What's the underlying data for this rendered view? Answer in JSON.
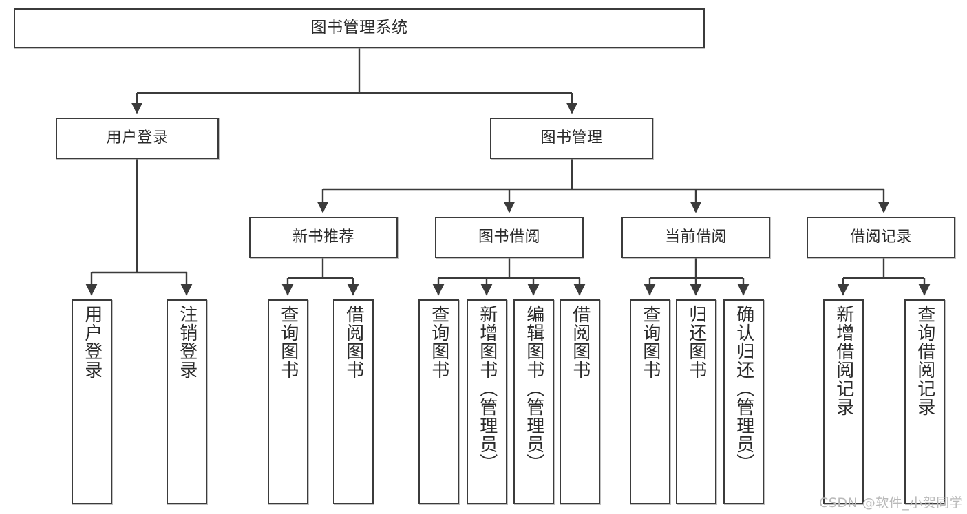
{
  "diagram": {
    "title": "图书管理系统",
    "type": "tree-hierarchy-diagram",
    "watermark": "CSDN @软件_小贺同学",
    "colors": {
      "box_border": "#3b3b3b",
      "box_fill": "#ffffff",
      "text": "#2a2a2a",
      "edge": "#3b3b3b",
      "watermark": "#b9b9b9"
    },
    "root": {
      "id": "root",
      "label": "图书管理系统"
    },
    "level2": [
      {
        "id": "user-login",
        "label": "用户登录"
      },
      {
        "id": "book-manage",
        "label": "图书管理"
      }
    ],
    "level3": [
      {
        "id": "new-book-rec",
        "label": "新书推荐",
        "parent": "book-manage"
      },
      {
        "id": "book-borrow",
        "label": "图书借阅",
        "parent": "book-manage"
      },
      {
        "id": "current-borrow",
        "label": "当前借阅",
        "parent": "book-manage"
      },
      {
        "id": "borrow-record",
        "label": "借阅记录",
        "parent": "book-manage"
      }
    ],
    "leaves": [
      {
        "id": "leaf-user-login",
        "label": "用户登录",
        "parent": "user-login"
      },
      {
        "id": "leaf-logout-login",
        "label": "注销登录",
        "parent": "user-login"
      },
      {
        "id": "leaf-query-book-1",
        "label": "查询图书",
        "parent": "new-book-rec"
      },
      {
        "id": "leaf-borrow-book-1",
        "label": "借阅图书",
        "parent": "new-book-rec"
      },
      {
        "id": "leaf-query-book-2",
        "label": "查询图书",
        "parent": "book-borrow"
      },
      {
        "id": "leaf-add-book",
        "label": "新增图书（管理员）",
        "parent": "book-borrow"
      },
      {
        "id": "leaf-edit-book",
        "label": "编辑图书（管理员）",
        "parent": "book-borrow"
      },
      {
        "id": "leaf-borrow-book-2",
        "label": "借阅图书",
        "parent": "book-borrow"
      },
      {
        "id": "leaf-query-book-3",
        "label": "查询图书",
        "parent": "current-borrow"
      },
      {
        "id": "leaf-return-book",
        "label": "归还图书",
        "parent": "current-borrow"
      },
      {
        "id": "leaf-confirm-return",
        "label": "确认归还（管理员）",
        "parent": "current-borrow"
      },
      {
        "id": "leaf-add-record",
        "label": "新增借阅记录",
        "parent": "borrow-record"
      },
      {
        "id": "leaf-query-record",
        "label": "查询借阅记录",
        "parent": "borrow-record"
      }
    ]
  }
}
